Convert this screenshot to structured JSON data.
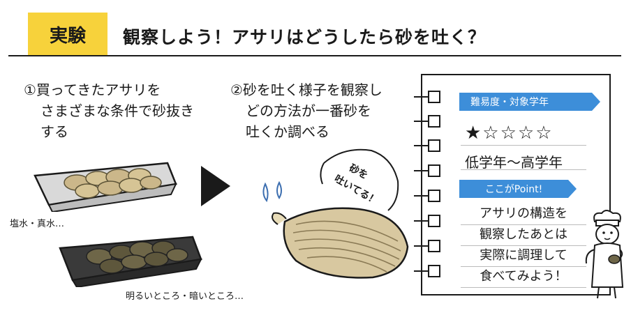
{
  "header": {
    "badge": "実験",
    "title": "観察しよう！アサリはどうしたら砂を吐く？"
  },
  "steps": [
    {
      "lines": [
        "①買ってきたアサリを",
        "さまざまな条件で砂抜き",
        "する"
      ]
    },
    {
      "lines": [
        "②砂を吐く様子を観察し",
        "どの方法が一番砂を",
        "吐くか調べる"
      ]
    }
  ],
  "captions": {
    "salt": "塩水・真水…",
    "light": "明るいところ・暗いところ…"
  },
  "speech": {
    "line1": "砂を",
    "line2": "吐いてる！"
  },
  "notebook": {
    "difficulty_label": "難易度・対象学年",
    "stars_text": "★☆☆☆☆",
    "difficulty_value": 1,
    "difficulty_max": 5,
    "grade": "低学年〜高学年",
    "point_label": "ここがPoint!",
    "point_lines": [
      "アサリの構造を",
      "観察したあとは",
      "実際に調理して",
      "食べてみよう！"
    ]
  },
  "colors": {
    "badge": "#f7d23b",
    "banner": "#3d8ed9",
    "clam": "#cbb78a",
    "clam_dark": "#6e6648"
  }
}
